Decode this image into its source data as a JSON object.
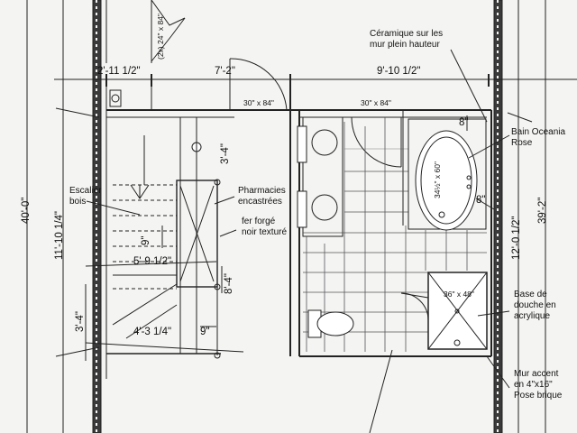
{
  "notes": {
    "ceramique": "Céramique sur les\nmur plein hauteur",
    "bain": "Bain Oceania\nRose",
    "escalier": "Escalier\nbois",
    "pharmacies": "Pharmacies\nencastrées",
    "fer": "fer forgé\nnoir texturé",
    "base_douche": "Base de\ndouche en\nacrylique",
    "mur_accent": "Mur accent\nen 4\"x16\"\nPose brique"
  },
  "dimensions": {
    "top_2_11": "2'-11 1/2\"",
    "top_7_2": "7'-2\"",
    "top_9_10": "9'-10 1/2\"",
    "left_40_0": "40'-0\"",
    "left_11_10": "11'-10 1/4\"",
    "left_3_4": "3'-4\"",
    "right_12_0": "12'-0 1/2\"",
    "right_39_2": "39'-2\"",
    "stair_3_4": "3'-4\"",
    "stair_9": "9\"",
    "stair_5_9": "5'-9 1/2\"",
    "stair_8_4": "8'-4\"",
    "stair_4_3": "4'-3 1/4\"",
    "stair_9b": "9\"",
    "bath_8a": "8\"",
    "bath_8b": "8\""
  },
  "fixtures": {
    "door_top": "(2x) 24\" x 84\"",
    "door_30_left": "30\" x 84\"",
    "door_30_right": "30\" x 84\"",
    "tub": "34½\" x 60\"",
    "shower": "36\" x 48\""
  }
}
